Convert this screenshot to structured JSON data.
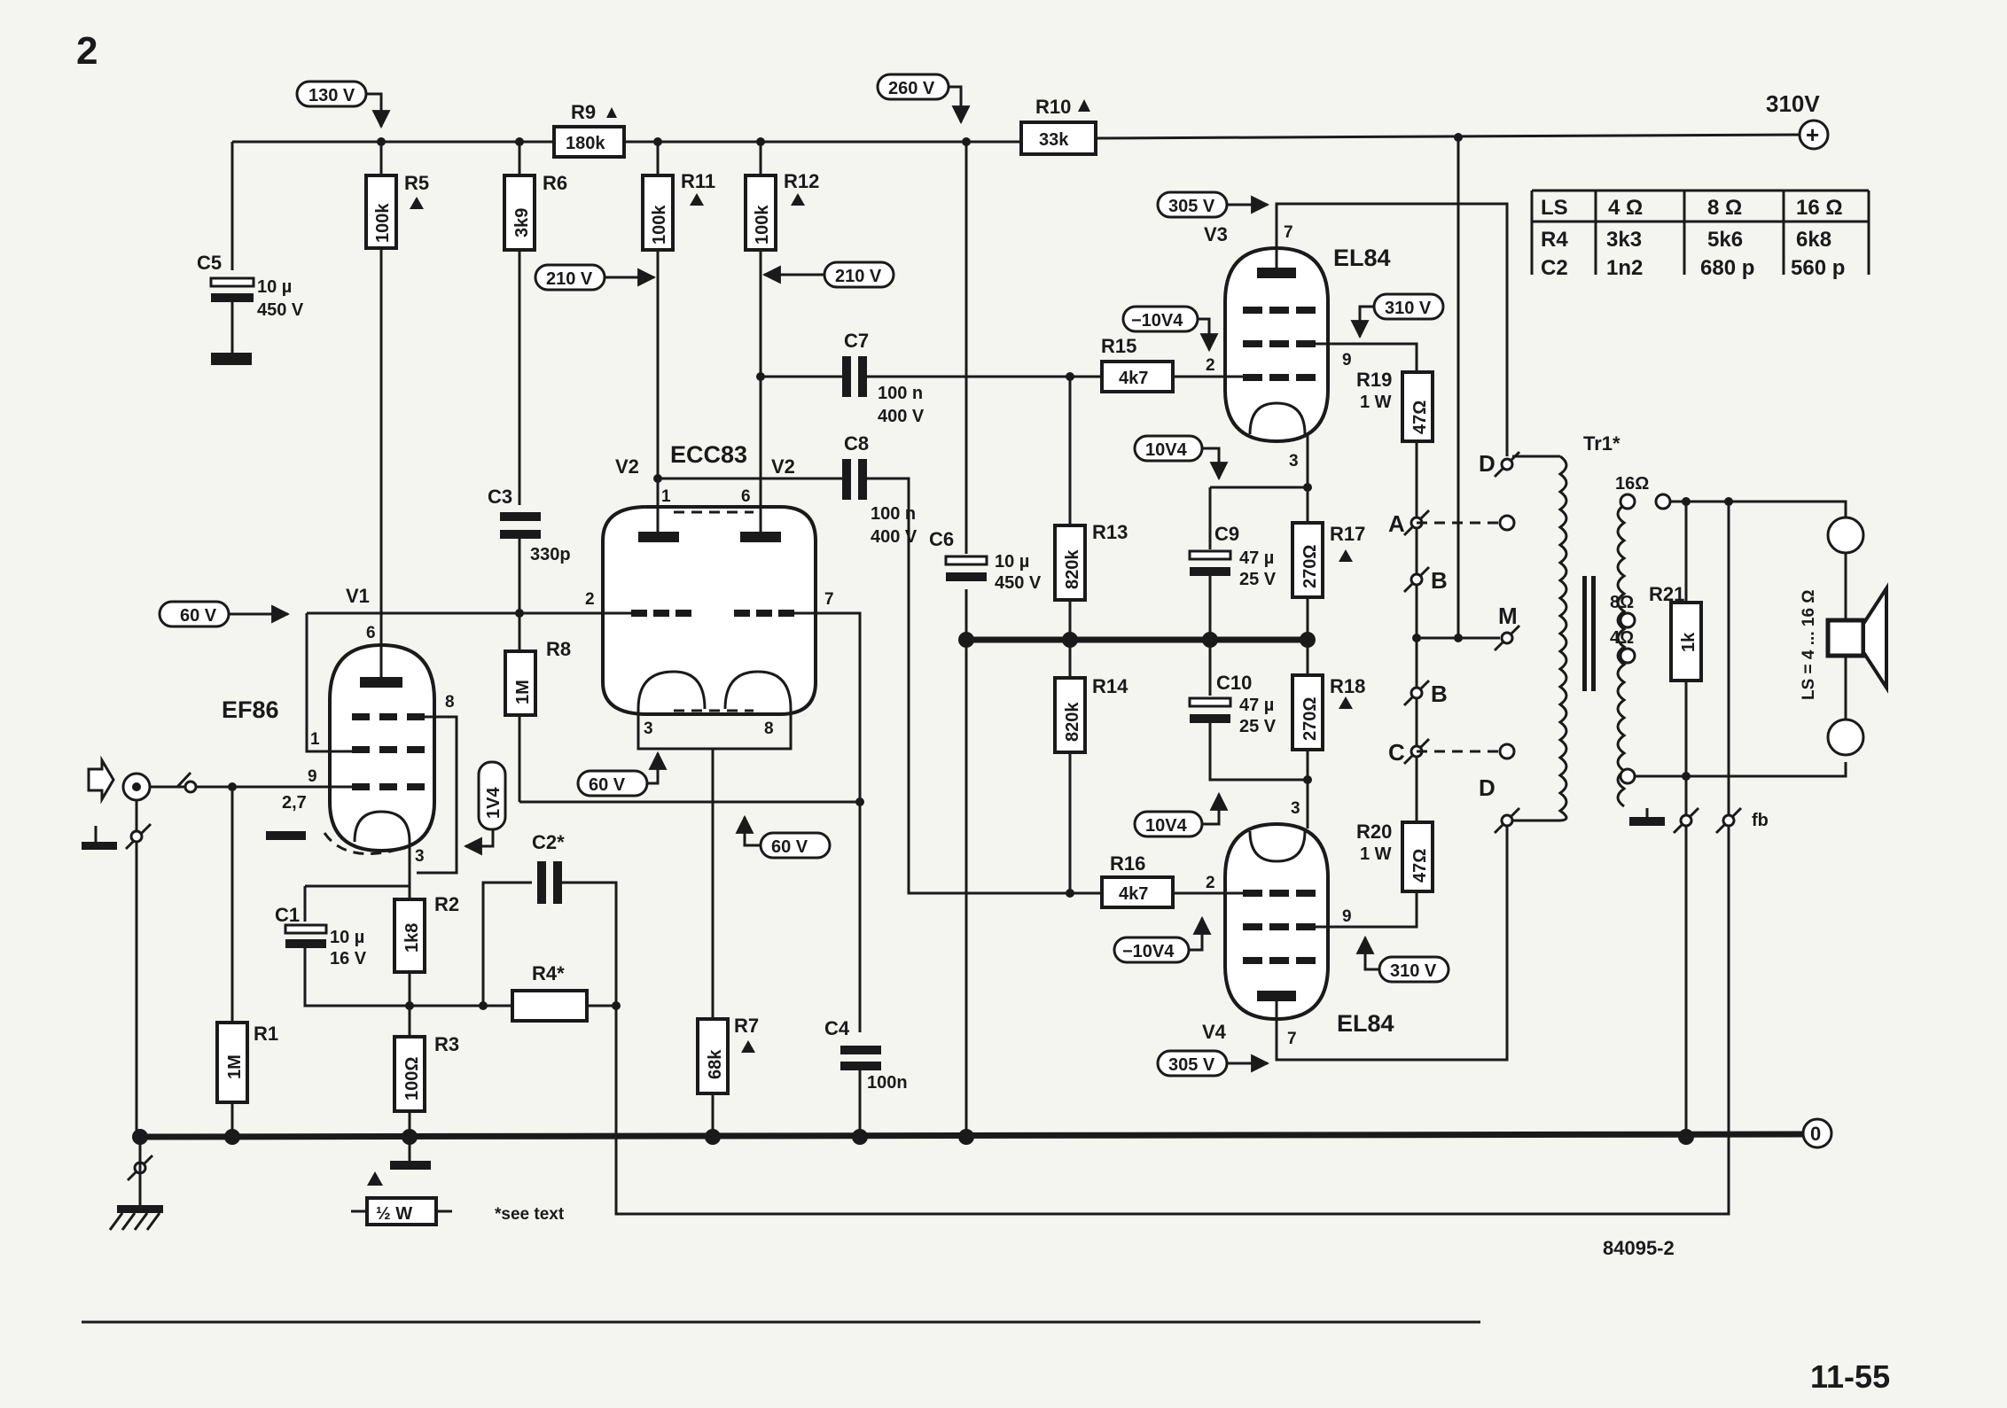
{
  "figure_number": "2",
  "page_number": "11-55",
  "figure_code": "84095-2",
  "see_text": "*see text",
  "supply": {
    "label": "310V",
    "plus": "+",
    "zero": "0"
  },
  "tubes": {
    "v1": {
      "ref": "V1",
      "type": "EF86"
    },
    "v2": {
      "ref": "V2",
      "ref2": "V2",
      "type": "ECC83"
    },
    "v3": {
      "ref": "V3",
      "type": "EL84"
    },
    "v4": {
      "ref": "V4",
      "type": "EL84"
    }
  },
  "resistors": {
    "r1": {
      "ref": "R1",
      "value": "1M"
    },
    "r2": {
      "ref": "R2",
      "value": "1k8"
    },
    "r3": {
      "ref": "R3",
      "value": "100Ω"
    },
    "r4": {
      "ref": "R4*",
      "value": ""
    },
    "r5": {
      "ref": "R5",
      "value": "100k"
    },
    "r6": {
      "ref": "R6",
      "value": "3k9"
    },
    "r7": {
      "ref": "R7",
      "value": "68k"
    },
    "r8": {
      "ref": "R8",
      "value": "1M"
    },
    "r9": {
      "ref": "R9",
      "value": "180k"
    },
    "r10": {
      "ref": "R10",
      "value": "33k"
    },
    "r11": {
      "ref": "R11",
      "value": "100k"
    },
    "r12": {
      "ref": "R12",
      "value": "100k"
    },
    "r13": {
      "ref": "R13",
      "value": "820k"
    },
    "r14": {
      "ref": "R14",
      "value": "820k"
    },
    "r15": {
      "ref": "R15",
      "value": "4k7"
    },
    "r16": {
      "ref": "R16",
      "value": "4k7"
    },
    "r17": {
      "ref": "R17",
      "value": "270Ω"
    },
    "r18": {
      "ref": "R18",
      "value": "270Ω"
    },
    "r19": {
      "ref": "R19",
      "rating": "1 W",
      "value": "47Ω"
    },
    "r20": {
      "ref": "R20",
      "rating": "1 W",
      "value": "47Ω"
    },
    "r21": {
      "ref": "R21",
      "value": "1k"
    }
  },
  "capacitors": {
    "c1": {
      "ref": "C1",
      "value": "10 µ",
      "rating": "16 V"
    },
    "c2": {
      "ref": "C2*"
    },
    "c3": {
      "ref": "C3",
      "value": "330p"
    },
    "c4": {
      "ref": "C4",
      "value": "100n"
    },
    "c5": {
      "ref": "C5",
      "value": "10 µ",
      "rating": "450 V"
    },
    "c6": {
      "ref": "C6",
      "value": "10 µ",
      "rating": "450 V"
    },
    "c7": {
      "ref": "C7",
      "value": "100 n",
      "rating": "400 V"
    },
    "c8": {
      "ref": "C8",
      "value": "100 n",
      "rating": "400 V"
    },
    "c9": {
      "ref": "C9",
      "value": "47 µ",
      "rating": "25 V"
    },
    "c10": {
      "ref": "C10",
      "value": "47 µ",
      "rating": "25 V"
    }
  },
  "voltages": {
    "v130": "130 V",
    "v260": "260 V",
    "v305a": "305 V",
    "v210a": "210 V",
    "v210b": "210 V",
    "v310a": "310 V",
    "vm10a": "−10V4",
    "v10a": "10V4",
    "v60a": "60 V",
    "v60b": "60 V",
    "v60c": "60 V",
    "v1v4": "1V4",
    "v10b": "10V4",
    "vm10b": "−10V4",
    "v310b": "310 V",
    "v305b": "305 V"
  },
  "misc": {
    "v27": "2,7",
    "half_watt": "½ W",
    "tr1": "Tr1*",
    "ohm16": "16Ω",
    "ohm8": "8Ω",
    "ohm4": "4Ω",
    "fb": "fb",
    "ls": "LS = 4 ... 16 Ω"
  },
  "taps": {
    "d1": "D",
    "a": "A",
    "b1": "B",
    "m": "M",
    "b2": "B",
    "c": "C",
    "d2": "D"
  },
  "pins": {
    "v1_6": "6",
    "v1_8": "8",
    "v1_1": "1",
    "v1_9": "9",
    "v1_3": "3",
    "v2_1": "1",
    "v2_6": "6",
    "v2_2": "2",
    "v2_7": "7",
    "v2_3": "3",
    "v2_8": "8",
    "v3_7": "7",
    "v3_2": "2",
    "v3_9": "9",
    "v3_3": "3",
    "v4_3": "3",
    "v4_2": "2",
    "v4_9": "9",
    "v4_7": "7"
  },
  "table": {
    "header": [
      "LS",
      "4 Ω",
      "8 Ω",
      "16 Ω"
    ],
    "rows": [
      [
        "R4",
        "3k3",
        "5k6",
        "6k8"
      ],
      [
        "C2",
        "1n2",
        "680 p",
        "560 p"
      ]
    ]
  }
}
